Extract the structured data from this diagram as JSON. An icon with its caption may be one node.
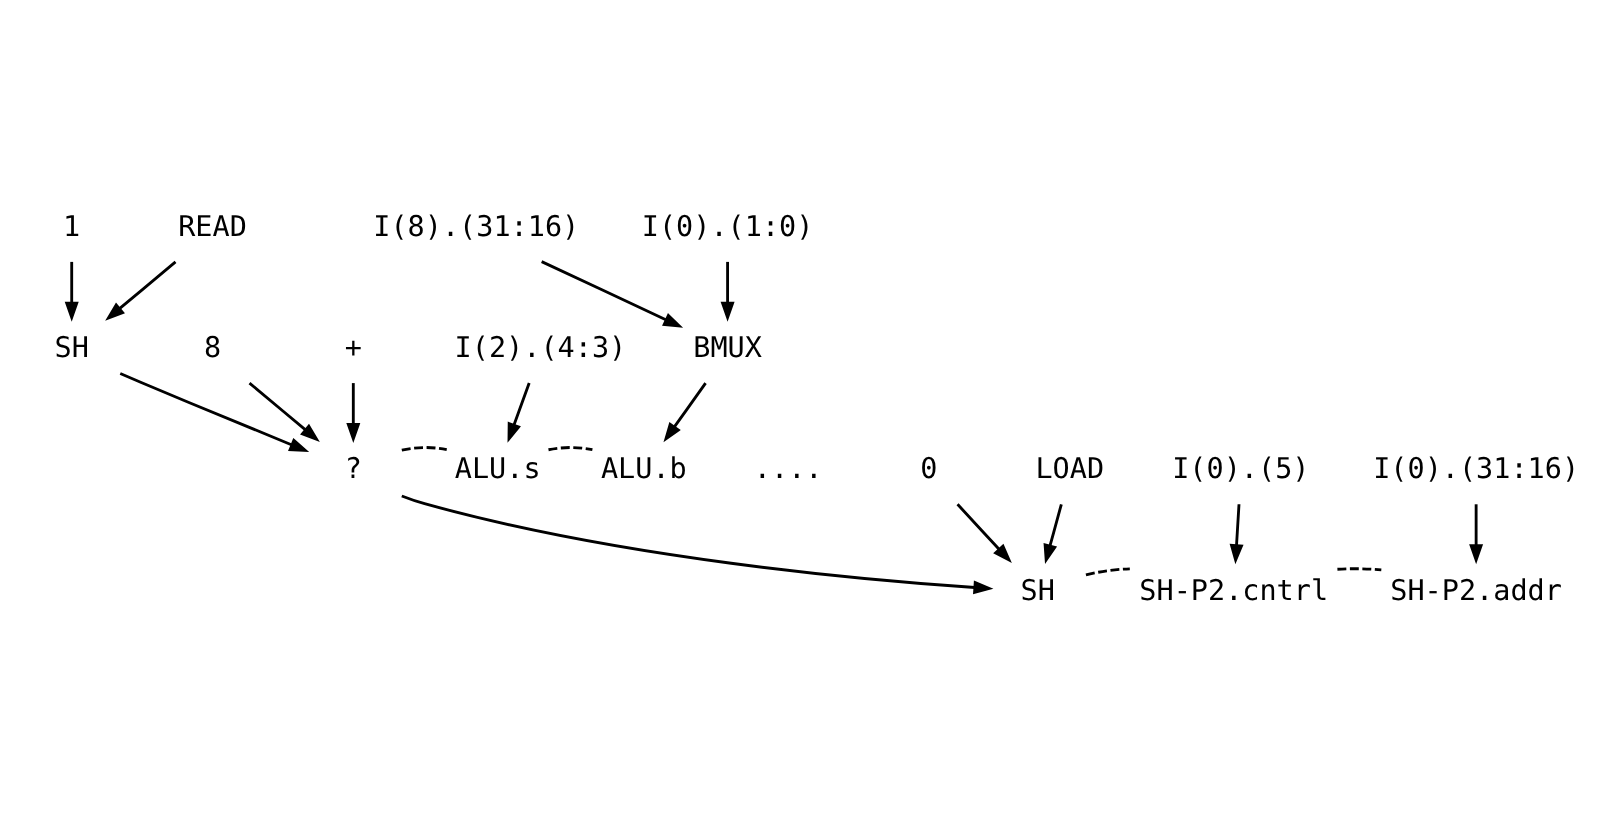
{
  "diagram": {
    "nodes": [
      {
        "text": [
          "1"
        ]
      },
      {
        "text": [
          "READ"
        ]
      },
      {
        "text": [
          "I(8).(31:16)"
        ]
      },
      {
        "text": [
          "I(0).(1:0)"
        ]
      },
      {
        "text": [
          "SH"
        ]
      },
      {
        "text": [
          "8"
        ]
      },
      {
        "text": [
          "+"
        ]
      },
      {
        "text": [
          "I(2).(4:3)"
        ]
      },
      {
        "text": [
          "BMUX"
        ]
      },
      {
        "text": [
          "?"
        ]
      },
      {
        "text": [
          "ALU.s"
        ]
      },
      {
        "text": [
          "ALU.b"
        ]
      },
      {
        "text": [
          "0"
        ]
      },
      {
        "text": [
          "LOAD"
        ]
      },
      {
        "text": [
          "I(0).(5)"
        ]
      },
      {
        "text": [
          "I(0).(31:16)"
        ]
      },
      {
        "text": [
          "SH"
        ]
      },
      {
        "text": [
          "SH-P2.cntrl"
        ]
      },
      {
        "text": [
          "SH-P2.addr"
        ]
      }
    ],
    "edges": [
      {
        "from": 0,
        "to": 4,
        "arrow": "to"
      },
      {
        "from": 1,
        "to": 4,
        "arrow": "to"
      },
      {
        "from": 2,
        "to": 8,
        "arrow": "to"
      },
      {
        "from": 3,
        "to": 8,
        "arrow": "to"
      },
      {
        "from": 4,
        "to": 9,
        "arrow": "to"
      },
      {
        "from": 5,
        "to": 9,
        "arrow": "to"
      },
      {
        "from": 6,
        "to": 9,
        "arrow": "to"
      },
      {
        "from": 7,
        "to": 10,
        "arrow": "to"
      },
      {
        "from": 8,
        "to": 11,
        "arrow": "to"
      },
      {
        "from": 9,
        "to": 10,
        "arrow": "none",
        "style": "dashed"
      },
      {
        "from": 10,
        "to": 11,
        "arrow": "none",
        "style": "dashed"
      },
      {
        "from": 9,
        "to": 16,
        "arrow": "to"
      },
      {
        "from": 12,
        "to": 16,
        "arrow": "to"
      },
      {
        "from": 13,
        "to": 16,
        "arrow": "to"
      },
      {
        "from": 14,
        "to": 17,
        "arrow": "to"
      },
      {
        "from": 15,
        "to": 18,
        "arrow": "to"
      },
      {
        "from": 16,
        "to": 17,
        "arrow": "none",
        "style": "dashed"
      },
      {
        "from": 17,
        "to": 18,
        "arrow": "none",
        "style": "dashed"
      }
    ],
    "labels": [
      "...."
    ]
  }
}
